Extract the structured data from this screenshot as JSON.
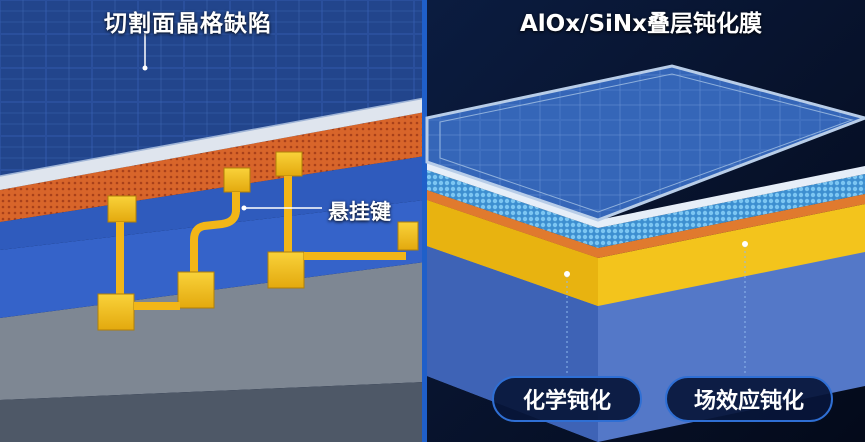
{
  "left_panel": {
    "title": "切割面晶格缺陷",
    "callout": "悬挂键"
  },
  "right_panel": {
    "title": "AlOx/SiNx叠层钝化膜",
    "labels": [
      "化学钝化",
      "场效应钝化"
    ]
  },
  "colors": {
    "background": "#050b1c",
    "solar_cell": "#2a4f9c",
    "substrate_blue": "#3563c9",
    "copper_layer": "#d8652a",
    "gold_bonds": "#f2b618",
    "passivation_gold": "#f3c41c",
    "label_border": "#2f6fd4"
  }
}
